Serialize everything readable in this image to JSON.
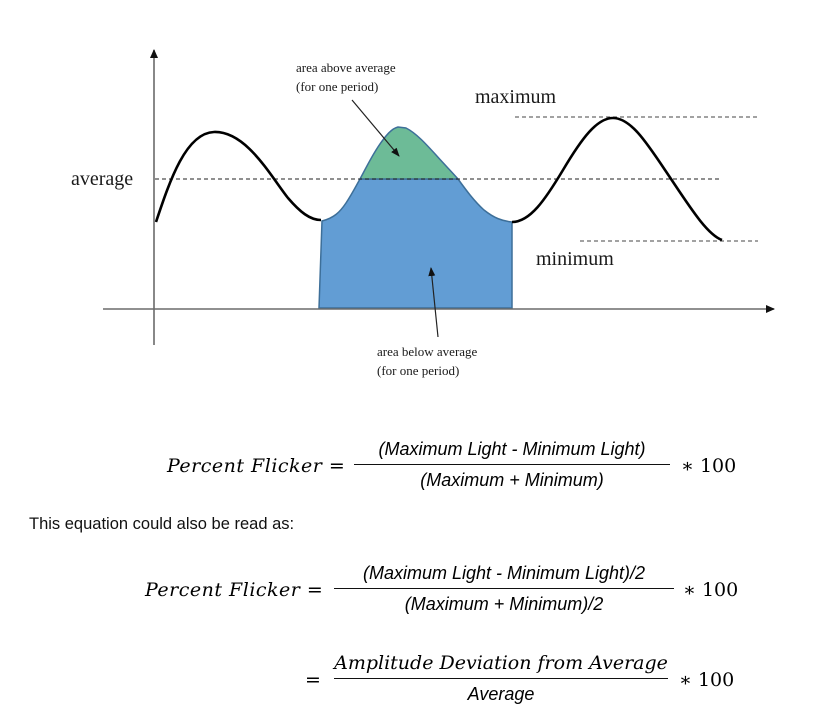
{
  "diagram": {
    "labels": {
      "average": "average",
      "maximum": "maximum",
      "minimum": "minimum",
      "area_above_line1": "area above average",
      "area_above_line2": "(for one period)",
      "area_below_line1": "area below average",
      "area_below_line2": "(for one period)"
    },
    "colors": {
      "area_above_fill": "#6dbb97",
      "area_below_fill": "#629dd4",
      "region_stroke": "#3d6f99",
      "curve": "#000000",
      "axis": "#6b6b6b"
    }
  },
  "equations": [
    {
      "lhs": "Percent Flicker =",
      "numerator": "(Maximum Light - Minimum Light)",
      "denominator": "(Maximum + Minimum)",
      "multiplier": "∗ 100"
    },
    {
      "lhs": "Percent Flicker =",
      "numerator": "(Maximum Light - Minimum Light)/2",
      "denominator": "(Maximum + Minimum)/2",
      "multiplier": "∗ 100"
    },
    {
      "lhs": "=",
      "numerator": "Amplitude Deviation from Average",
      "denominator": "Average",
      "multiplier": "∗ 100"
    }
  ],
  "text": {
    "intermediate": "This equation could also be read as:"
  }
}
